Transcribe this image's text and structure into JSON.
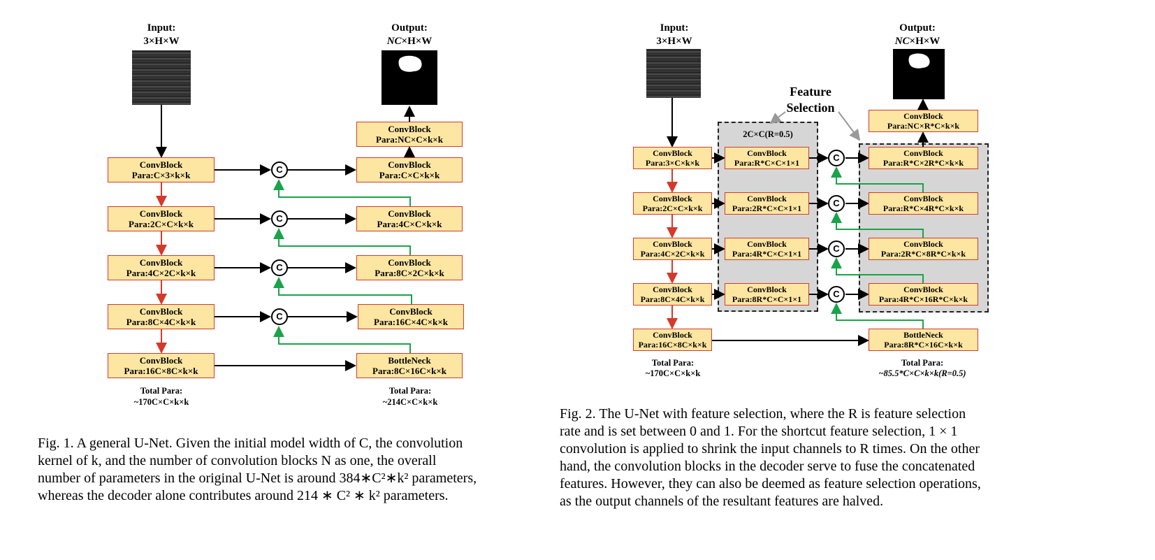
{
  "fig1": {
    "input_title": "Input:",
    "input_shape": "3×H×W",
    "output_title": "Output:",
    "output_shape_nc": "NC",
    "output_shape_rest": "×H×W",
    "concat_symbol": "C",
    "encoder": [
      {
        "name": "ConvBlock",
        "para": "Para:C×3×k×k"
      },
      {
        "name": "ConvBlock",
        "para": "Para:2C×C×k×k"
      },
      {
        "name": "ConvBlock",
        "para": "Para:4C×2C×k×k"
      },
      {
        "name": "ConvBlock",
        "para": "Para:8C×4C×k×k"
      },
      {
        "name": "ConvBlock",
        "para": "Para:16C×8C×k×k"
      }
    ],
    "decoder": [
      {
        "name": "ConvBlock",
        "para": "Para:NC×C×k×k"
      },
      {
        "name": "ConvBlock",
        "para": "Para:C×C×k×k"
      },
      {
        "name": "ConvBlock",
        "para": "Para:4C×C×k×k"
      },
      {
        "name": "ConvBlock",
        "para": "Para:8C×2C×k×k"
      },
      {
        "name": "ConvBlock",
        "para": "Para:16C×4C×k×k"
      },
      {
        "name": "BottleNeck",
        "para": "Para:8C×16C×k×k"
      }
    ],
    "total_left_title": "Total Para:",
    "total_left_value": "~170C×C×k×k",
    "total_right_title": "Total Para:",
    "total_right_value": "~214C×C×k×k",
    "caption": [
      "Fig. 1.  A general U-Net. Given the initial model width of C, the convolution",
      "kernel of k, and the number of convolution blocks N as one, the overall",
      "number of parameters in the original U-Net is around 384∗C²∗k² parameters,",
      "whereas the decoder alone contributes around 214 ∗ C² ∗ k² parameters."
    ]
  },
  "fig2": {
    "input_title": "Input:",
    "input_shape": "3×H×W",
    "output_title": "Output:",
    "output_shape_nc": "NC",
    "output_shape_rest": "×H×W",
    "feature_selection_label_1": "Feature",
    "feature_selection_label_2": "Selection",
    "selection_box_title": "2C×C(R=0.5)",
    "concat_symbol": "C",
    "encoder": [
      {
        "name": "ConvBlock",
        "para": "Para:3×C×k×k"
      },
      {
        "name": "ConvBlock",
        "para": "Para:2C×C×k×k"
      },
      {
        "name": "ConvBlock",
        "para": "Para:4C×2C×k×k"
      },
      {
        "name": "ConvBlock",
        "para": "Para:8C×4C×k×k"
      },
      {
        "name": "ConvBlock",
        "para": "Para:16C×8C×k×k"
      }
    ],
    "shortcut": [
      {
        "name": "ConvBlock",
        "para": "Para:R*C×C×1×1"
      },
      {
        "name": "ConvBlock",
        "para": "Para:2R*C×C×1×1"
      },
      {
        "name": "ConvBlock",
        "para": "Para:4R*C×C×1×1"
      },
      {
        "name": "ConvBlock",
        "para": "Para:8R*C×C×1×1"
      }
    ],
    "decoder": [
      {
        "name": "ConvBlock",
        "para": "Para:NC×R*C×k×k"
      },
      {
        "name": "ConvBlock",
        "para": "Para:R*C×2R*C×k×k"
      },
      {
        "name": "ConvBlock",
        "para": "Para:R*C×4R*C×k×k"
      },
      {
        "name": "ConvBlock",
        "para": "Para:2R*C×8R*C×k×k"
      },
      {
        "name": "ConvBlock",
        "para": "Para:4R*C×16R*C×k×k"
      },
      {
        "name": "BottleNeck",
        "para": "Para:8R*C×16C×k×k"
      }
    ],
    "total_left_title": "Total Para:",
    "total_left_value": "~170C×C×k×k",
    "total_right_title": "Total Para:",
    "total_right_value": "~85.5*C×C×k×k(R=0.5)",
    "caption": [
      "Fig. 2.   The U-Net with feature selection, where the R is feature selection",
      "rate and is set between 0 and 1. For the shortcut feature selection, 1 × 1",
      "convolution is applied to shrink the input channels to R times. On the other",
      "hand, the convolution blocks in the decoder serve to fuse the concatenated",
      "features. However, they can also be deemed as feature selection operations,",
      "as the output channels of the resultant features are halved."
    ]
  }
}
